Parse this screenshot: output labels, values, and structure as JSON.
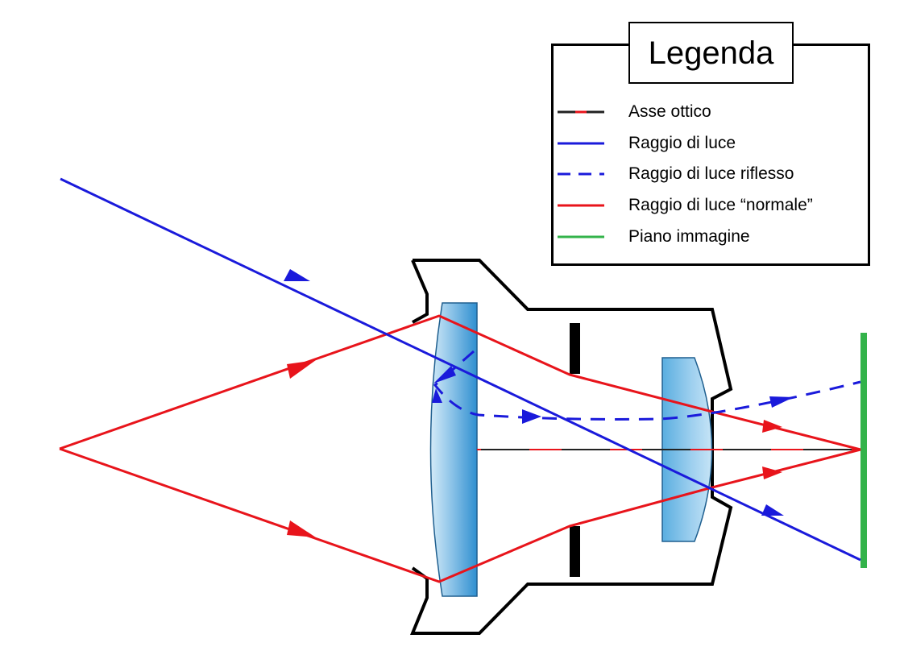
{
  "legend": {
    "title": "Legenda",
    "items": [
      {
        "label": "Asse ottico",
        "style": "axis",
        "colors": [
          "#222222",
          "#e8141b"
        ]
      },
      {
        "label": "Raggio di luce",
        "style": "solid",
        "colors": [
          "#1a1adb"
        ]
      },
      {
        "label": "Raggio di luce riflesso",
        "style": "dashed",
        "colors": [
          "#1a1adb"
        ]
      },
      {
        "label": "Raggio di luce “normale”",
        "style": "solid",
        "colors": [
          "#e8141b"
        ]
      },
      {
        "label": "Piano immagine",
        "style": "solid",
        "colors": [
          "#33b34a"
        ]
      }
    ]
  },
  "colors": {
    "optical_axis_dark": "#222222",
    "optical_axis_red": "#e8141b",
    "light_ray": "#1a1adb",
    "normal_ray": "#e8141b",
    "image_plane": "#33b34a",
    "lens_fill_light": "#c9e4f5",
    "lens_fill_dark": "#2f8fd0",
    "housing_stroke": "#000000"
  }
}
